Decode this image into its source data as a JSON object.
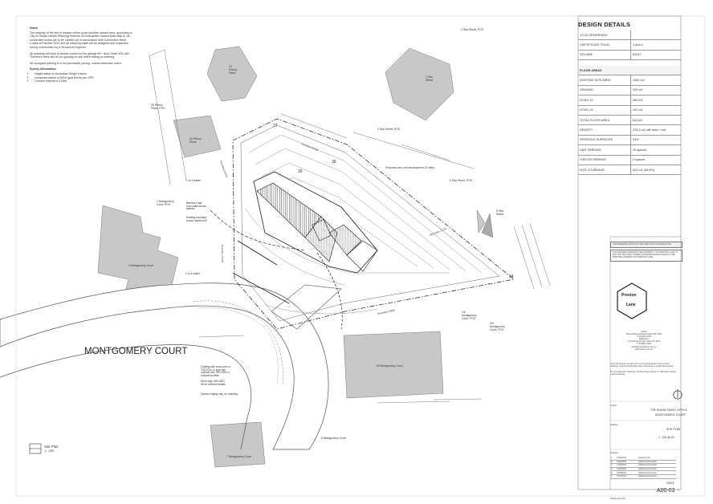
{
  "notes": {
    "heading": "Notes",
    "paragraphs": [
      "The majority of the site is located within a low bushfire hazard area, according to City of Hobart Interim Planning Scheme 2015 Bushfire Hazard Area Map B. All connection works are to be carried out in accordance with Connection Work Codes of Practice 2013 and all retaining walls will be designed and inspected during construction by a Structural Engineer.",
      "All sealants will have a remote control for the garage lift + door Order 400-462. Therefore there will be no queuing on site when exiting or entering.",
      "All courtyard parking is to be permeable paving, unless otherwise noted."
    ],
    "survey_heading": "Survey Information",
    "survey_items": [
      "Height datum is Australian Height Datum",
      "Horizontal datum is MGA (grid North) per GPS",
      "Contour interval is 0.25m"
    ]
  },
  "plan_labels": {
    "montgomery_court": "MONTGOMERY COURT",
    "fitzroy_place_20": "20 Fitzroy Place",
    "fitzroy_place_25": "25 Fitzroy Place, POS",
    "fitzroy_place_26": "26 Fitzroy Place",
    "montgomery_3": "3 Montgomery Court",
    "montgomery_2": "2 Montgomery Court, POS",
    "star_street_2_pos": "2 Star Street, POS",
    "star_street_2": "2 Star Street",
    "star_street_3": "3 Star Street, POS",
    "star_street_5": "5 Star Street, POS",
    "star_street_5b": "5 Star Street",
    "montgomery_1_5": "1/5 Montgomery Court",
    "montgomery_1_5_pos": "1/5 Montgomery Court, POS",
    "montgomery_2_5_pos": "2/5 Montgomery Court, POS",
    "montgomery_6": "6 Montgomery Court",
    "montgomery_7": "7 Montgomery Court",
    "boundary_1": "Boundary 22185",
    "boundary_2": "Boundary 25215",
    "boundary_3": "Boundary 24130",
    "boundary_4": "Boundary 23880",
    "boundary_5": "Boundary 13180",
    "proposed": "Proposed one unit development (3 units)",
    "batter_1": "1 in 4 batter",
    "batter_2": "1 in 4 batter",
    "minimum_wall": "Minimum wall from stairs shown dashed",
    "existing_covenant": "Existing covenant shown dashed 6/2",
    "crossover": "Existing side cross over to TSD-R14-v1 type raw channel and TSD-R09-v1 footpath profiles",
    "driveway": "Drive way, refer ADD-08 for full/level details",
    "garden_edging": "Garden edging only, no retaining",
    "site_plan": "Site Plan",
    "scale": "1 : 200",
    "dim_1": "37",
    "dim_2": "38",
    "dim_3": "34",
    "dim_4": "39"
  },
  "panel": {
    "title": "DESIGN DETAILS",
    "title_rows": [
      {
        "label": "TITLE REFERENCE",
        "value": ""
      },
      {
        "label": "CERTIFICATE FOLIO",
        "value": "3 and 4"
      },
      {
        "label": "VOLUME",
        "value": "81047"
      }
    ],
    "floor_header": "FLOOR AREAS",
    "floor_rows": [
      {
        "label": "EXISTING SITE AREA",
        "value": "1061 m2"
      },
      {
        "label": "GROUND",
        "value": "429 m2"
      },
      {
        "label": "LEVEL 01",
        "value": "280 m2"
      },
      {
        "label": "LEVEL 02",
        "value": "102 m2"
      },
      {
        "label": "TOTAL FLOOR AREA",
        "value": "811 m2"
      },
      {
        "label": "DENSITY",
        "value": "376.2 m2 site area / unit"
      },
      {
        "label": "PERVIOUS SURFACES",
        "value": "24%"
      },
      {
        "label": "UNIT PARKING",
        "value": "10 spaces"
      },
      {
        "label": "VISITOR PARKING",
        "value": "2 spaces"
      },
      {
        "label": "SITE COVERAGE",
        "value": "522 m2 (49.6%)"
      }
    ],
    "stamp_text": "THIS DRAWING MUST NOT BE USED FOR CONSTRUCTION",
    "copyright_text": "THIS DRAWING REMAINS THE PROPERTY OF PRESTON LANE. IT MAY NOT BE USED, COPIED OR REPRODUCED WITHOUT THE WRITTEN CONSENT OF PRESTON LANE.",
    "logo_line1": "Preston",
    "logo_line2": "Lane",
    "address_block": "Hobart\n45 Goodhouse Road Hobart TAS 7000\nT 03 6224 0154\nMelbourne\n2 Tivoli Road South Yarra VIC 3141\nT 03 9827 2021\nhello@prestonlane.com.au\nprestonlane.com.au",
    "disclaimer": "Verify dimensions on site prior to commencing any work or shop drawings. Figured dimensions take preference to scaled dimensions.",
    "disclaimer2": "Do not scale from drawings. All dimensions shown in millimetres unless noted otherwise.",
    "project_label": "Project",
    "project_name": "THE HOUSE FAMILY OFFICE",
    "project_address": "MONTGOMERY COURT",
    "drawing_label": "Drawing",
    "drawing_name": "SITE PLAN",
    "scale_text": "1 : 200 @ A3",
    "revision_label": "Revision",
    "revisions": [
      {
        "rev": "A",
        "date": "15/02/2021",
        "desc": "Issued for DA"
      },
      {
        "rev": "B",
        "date": "22/03/2021",
        "desc": "Additional information"
      },
      {
        "rev": "C",
        "date": "14/05/2021",
        "desc": "Additional information"
      },
      {
        "rev": "D",
        "date": "01/06/2021",
        "desc": "Additional information"
      },
      {
        "rev": "E",
        "date": "22/06/2021",
        "desc": "Additional information"
      },
      {
        "rev": "F",
        "date": "13/07/2021",
        "desc": "Additional information"
      }
    ],
    "job_no": "20024",
    "drawing_no": "A00-03",
    "drawing_rev": "F",
    "drawing_no_label": "Drawing Number"
  }
}
